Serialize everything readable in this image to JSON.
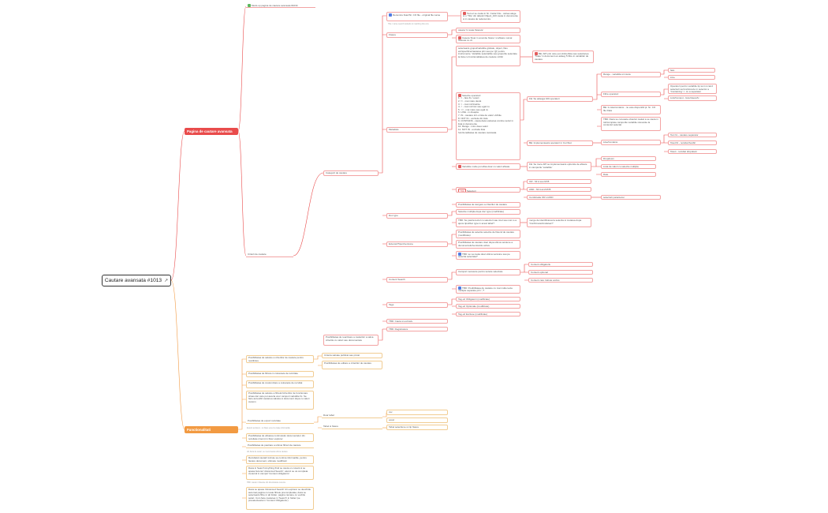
{
  "diagram": {
    "root": {
      "label": "Cautare avansata #1013",
      "icon": "external-link-icon"
    },
    "branch_search_page": {
      "label": "Pagina de cautare avansata"
    },
    "branch_functionality": {
      "label": "Functionalitati"
    },
    "mockup": {
      "label": "Mock-up pagina de cautare avansata #1034",
      "icon": "link-icon"
    },
    "criteria": {
      "label": "Criterii de cautare"
    },
    "categories": {
      "label": "Categorii de cautare"
    },
    "nodes": {
      "c_titlu": "Denumire fisier/Nr. CO file - original file name",
      "c_titlu_note": "Title / name search defaults to matching title only",
      "c_titlu_r": "Text-ul se cauta in Nr. Cazar File - cartea alege si o 'Title' din tabelul Object_100 cauta in documente si in caseta de redenumire",
      "c_fisiere": "Fisiere",
      "c_fis1": "caseta 'In toate fisierele'",
      "c_fis2": "Caseta 'Doar in anumite fisiere' si afisare numai fisierele cu  dr.",
      "c_metadate": "Metadate",
      "c_meta1": "selecteaza grupul/variabile globale, object, files etc/specifice/cautarea prin sau pe '@' pentru instrumente. Variabile selectabile sau grupurile selectate la lista cu functionalitatea de cautare vizibil",
      "c_meta1_r": "BE: API prin care pot obtine/lista sau selectarea 'Toate' in document eu adaug 5 filtre in variabile/ de cautare",
      "c_meta_ops": "Selectie operatori:\n1. = - fara fix / exact\n2. != - mai mare decat\n3. > - mai mic/inainte\n4. < - mai mic/mic sau egal cu\n5. >= - mai mare sau egal cu\n6. LIKE - in dreapta\n7. IN - cautare intr-o lista de valori vizibile\n8. NOT IN - exclude din lista\n9. CONTAINS - cauta daca valoarea contine textul in lista si documente\n10. Range - intre doua valori\n11. NOT IN - exclude lista\nfunctionalitatea de cautare avansata.",
      "c_op1": "FE: Se adauga 100 operatori",
      "c_op2": "BE: Implementeaza operatori in ConText",
      "c_range": "Range - variabila si insuta",
      "c_fara": "fara",
      "c_intre": "intre",
      "c_filtre": "Filtre operatori",
      "c_ops_r1": "Operatori pentru variabile tip text si cand selectezi sa functioneze in selector a 'Containing' <- cu a separator",
      "c_linkctx": "Link/Context - fara fisiere/fx",
      "c_apiop": "BE: Is LikeContains -  nu este disponibil pt. Nr. CO file Data",
      "c_tbd": "TBD: Daca se cunoaste obiectul cautat a se cauta in toti/complete campurile variabile relevante la contextul selectat",
      "c_likeop": "Like/Contains",
      "c_like1": "Text fix - cautare separator",
      "c_like2": "%text% - rezultat flexibil",
      "c_like3": "%text - rezultat dropdown",
      "c_varaf": "Variabile multe pot afisa doar cu valori afisate",
      "c_varaf_r": "FE: Se trece API se implementeaza optiunile de afisare in campurile 'variabile'",
      "c_var1": "Dropdown",
      "c_var2": "Lista de valori cu selectie multipla",
      "c_var3": "Date",
      "c_sel": "Selectori",
      "c_sel1": "OR - Mi A sau Mi B",
      "c_sel2": "AND - Mi A and Mi B",
      "c_sel3": "Combinatie OR si AND",
      "c_sel3r": "selectorii parantezei",
      "c_sel_note": "Posibilitatea de stergere a criteriilor de cautare",
      "c_doctype": "Doc type",
      "c_doc1": "Selectie multipla dupa doc type (modificate)",
      "c_doc2": "TBD: Se pastra textul cu selectori sau id-ul sau cum s-a ajuns tipul/doc type in acest tabel?",
      "c_doc2r": "merge de identificarea la selectia si mutarea dupa 'Confirmare/Anularea'?",
      "c_ext": "Extensii/Tipuri/versiune",
      "c_ext1": "Posibilitatea de selectie selectie de fisierul de cautare (modificate)",
      "c_ext2": "Posibilitatea de cautare doar dupa ultima versiune a documentului/versiunile active",
      "c_ext3": "TBD: se va cauta doar ultima versiune sau pe selectia selectata?",
      "c_cs": "Content Search",
      "c_cs1": "Campuri necesare pentru textele selectate",
      "c_cs1a": "Content obligatoriu",
      "c_cs1b": "Content optional",
      "c_cs1c": "Content care trebuie exclus",
      "c_cs2": "TBD: Posibilitatea de cautare cu mai multe texte multiple separate prin ','?",
      "c_tags": "Tags",
      "c_tag1": "Tag-uri Obligatorii (modificate)",
      "c_tag2": "Tag-uri Optionale (modificate)",
      "c_tag3": "Tag-uri Excluse (modificate)",
      "c_tbd_search": "TBD: Cauta si exclusiv",
      "c_tbd_reg": "TBD: Registratura",
      "c_save_cat": "Posibilitatea de reactivare a cautarilor a salva criteriile cu valori sau documentele",
      "f1": "Posibilitatea de salvare a criteriilor de cautare pentru reutilizare",
      "f1a": "Criteria salvate publicat sau privat",
      "f1b": "Posibilitatea de editare a criteriilor de cautare",
      "f2": "Posibilitatea de filtrare in coloanele de rezultate",
      "f3": "Posibilitatea de customizare a coloanele de rezultat",
      "f4": "Posibilitatea de salvare a filtrelor/criteriilor de functionare si/sau dar care pot asocia unor campuri variabile fix. Se face accesibil cautarea salvata si document dupa cu valori custom",
      "f5": "Posibilitatea de export rezultate",
      "f5_note": "Export as Excel - un fisier excel cu toate informatiile",
      "f5a": "Doar tabel",
      "f5b": "Tabel si fisiere",
      "f5a1": "csv",
      "f5a2": "excel",
      "f5b1": "Tabel selectiune si zip fisiere",
      "f6": "Posibilitatea de afisarea continutului documentelor din rezultate (zoom) in fisier explorer",
      "f7": "Posibilitatea de pastrare a ultimei filtrari de cautare",
      "f7_note": "din baza de setari, se memoreaza ultima cautare",
      "f8": "Rezultatul cautarii trebuie sa contina informatiile, pentru fiecare document, ultimele modificari",
      "f9": "Daca in Search Anything fiind se cauta un cuvant si se apasa butonul 'Advanced Search', atunci se va completa cuvantul in campul 'Content obligatoriu'",
      "f9_note": "TBD: cauta in fisierele din directoarele curente",
      "f10": "Daca se apasa 'Advanced Search' din explorer se deschide automat pagina cu toate filtrele precompletate; daca se selecteaza filtre in alt folder, pagina ramane cu vechile setari. Cum face cautarea in 'Search' in folder (se preselecteaza in 'Content Obligatoriu')"
    }
  }
}
